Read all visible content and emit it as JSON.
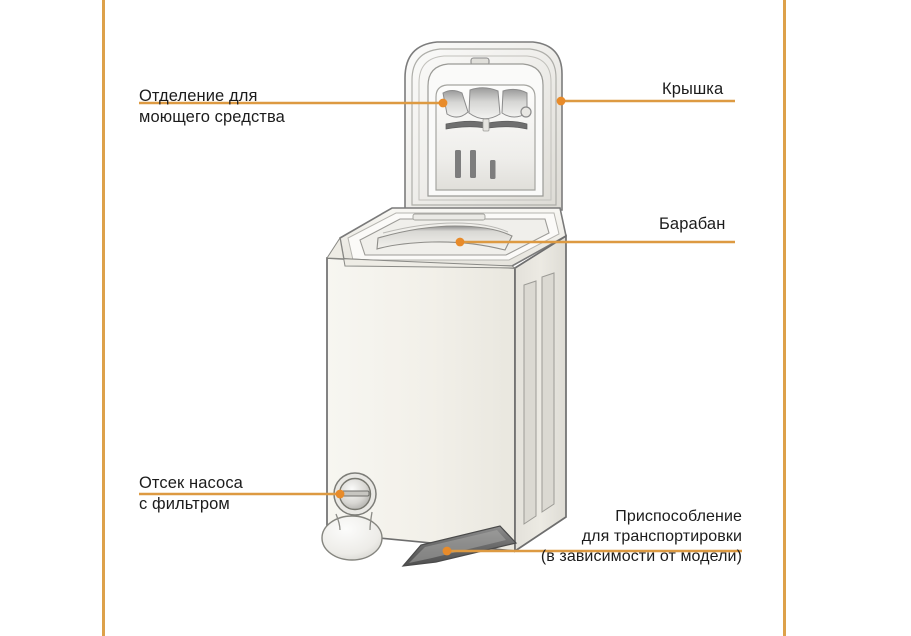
{
  "figure": {
    "subject": "top-loading washing machine cut-away diagram",
    "accent_color": "#dd9a42",
    "body_color": "#f3f1ec",
    "outline_color": "#6e6e6e"
  },
  "rules": {
    "left_label": "left-margin-rule",
    "right_label": "right-margin-rule"
  },
  "callouts": {
    "detergent": {
      "text": "Отделение для\nмоющего средства",
      "line1": "Отделение для",
      "line2": "моющего средства"
    },
    "lid": {
      "text": "Крышка"
    },
    "drum": {
      "text": "Барабан"
    },
    "pump": {
      "text": "Отсек насоса\nс фильтром",
      "line1": "Отсек насоса",
      "line2": "с фильтром"
    },
    "transport": {
      "text": "Приспособление\nдля транспортировки\n(в зависимости от модели)",
      "line1": "Приспособление",
      "line2": "для транспортировки",
      "line3": "(в зависимости от модели)"
    }
  },
  "parts": {
    "lid": "lid-open",
    "detergent_tray": "detergent-dispenser-tray",
    "dispenser_compartments": 3,
    "drum": "drum-opening",
    "pump_filter_cap": "pump-filter-cap",
    "pump_hatch": "pump-hatch-door",
    "transport_bar": "transport-device-bar",
    "side_grooves": 2
  }
}
